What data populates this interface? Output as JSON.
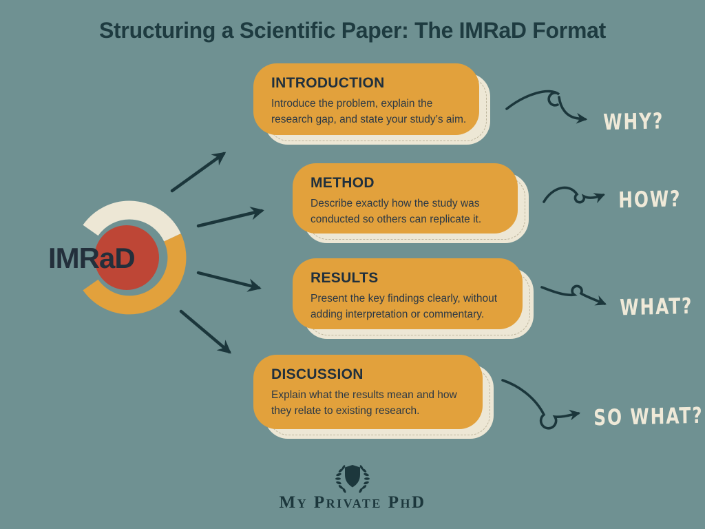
{
  "title": "Structuring a Scientific Paper: The IMRaD Format",
  "logo": {
    "text": "IMRaD"
  },
  "sections": [
    {
      "heading": "INTRODUCTION",
      "description": "Introduce the problem, explain the research gap, and state your study’s aim.",
      "question": "WHY?"
    },
    {
      "heading": "METHOD",
      "description": "Describe exactly how the study was conducted so others can replicate it.",
      "question": "HOW?"
    },
    {
      "heading": "RESULTS",
      "description": "Present the key findings clearly, without adding interpretation or commentary.",
      "question": "WHAT?"
    },
    {
      "heading": "DISCUSSION",
      "description": "Explain what the results mean and how they relate to existing research.",
      "question": "SO WHAT?"
    }
  ],
  "footer": {
    "brand": "My Private PhD",
    "icon": "laurel-shield-icon"
  },
  "colors": {
    "background": "#6F9192",
    "card_orange": "#E2A13C",
    "card_shadow_cream": "#EDE7D5",
    "logo_red": "#BE4636",
    "dark_teal": "#1C373C",
    "label_cream": "#EFE9D8"
  }
}
